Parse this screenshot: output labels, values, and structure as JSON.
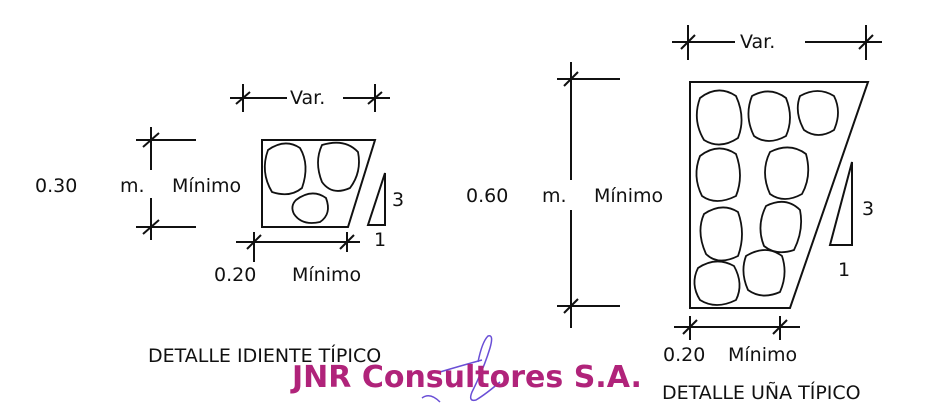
{
  "detail_diente": {
    "top_dim_label": "Var.",
    "height_value": "0.30",
    "height_unit": "m.",
    "height_qualifier": "Mínimo",
    "slope_rise": "3",
    "slope_run": "1",
    "bottom_dim_value": "0.20",
    "bottom_dim_qualifier": "Mínimo",
    "caption": "DETALLE IDIENTE TÍPICO"
  },
  "detail_una": {
    "top_dim_label": "Var.",
    "height_value": "0.60",
    "height_unit": "m.",
    "height_qualifier": "Mínimo",
    "slope_rise": "3",
    "slope_run": "1",
    "bottom_dim_value": "0.20",
    "bottom_dim_qualifier": "Mínimo",
    "caption": "DETALLE UÑA TÍPICO"
  },
  "stamp": {
    "text": "JNR Consultores S.A.",
    "color": "#b0237a",
    "signature_color": "#6a4fd6"
  }
}
